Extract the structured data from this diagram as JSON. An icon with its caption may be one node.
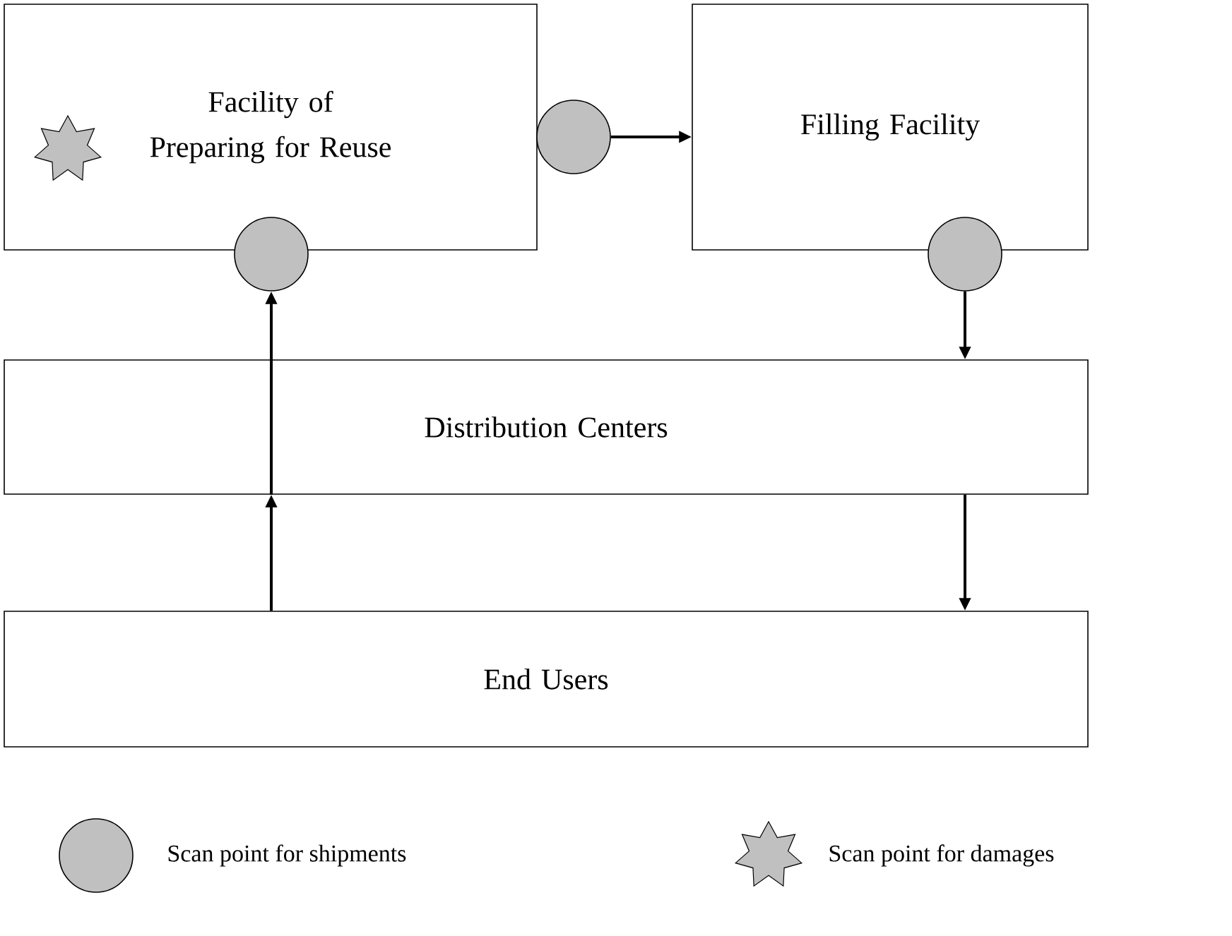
{
  "diagram": {
    "nodes": [
      {
        "text": [
          "Facility of Preparing for Reuse"
        ]
      },
      {
        "text": [
          "Filling Facility"
        ]
      },
      {
        "text": [
          "Distribution Centers"
        ]
      },
      {
        "text": [
          "End Users"
        ]
      },
      {
        "text": [],
        "shape": "circle"
      },
      {
        "text": [],
        "shape": "circle"
      },
      {
        "text": [],
        "shape": "circle"
      }
    ],
    "edges": [
      {
        "from": 4,
        "to": 1,
        "arrow": "to"
      },
      {
        "from": 2,
        "to": 5,
        "arrow": "to"
      },
      {
        "from": 6,
        "to": 2,
        "arrow": "to"
      },
      {
        "from": 2,
        "to": 3,
        "arrow": "to"
      },
      {
        "from": 3,
        "to": 2,
        "arrow": "to"
      }
    ],
    "legend": [
      {
        "text": "Scan point for shipments"
      },
      {
        "text": "Scan point for damages"
      }
    ]
  }
}
